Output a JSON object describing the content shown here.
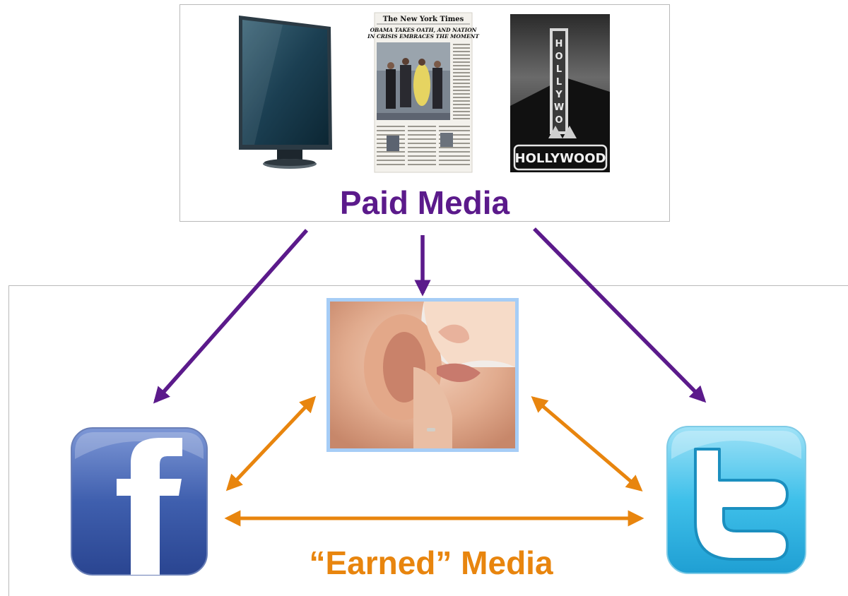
{
  "paid_media": {
    "label": "Paid Media",
    "items": [
      {
        "name": "television"
      },
      {
        "name": "newspaper",
        "masthead": "The New York Times",
        "headline_1": "OBAMA TAKES OATH, AND NATION",
        "headline_2": "IN CRISIS EMBRACES THE MOMENT"
      },
      {
        "name": "movie-theater",
        "sign_text": "HOLLYWOOD"
      }
    ]
  },
  "earned_media": {
    "label": "“Earned” Media",
    "nodes": [
      "facebook",
      "whisper",
      "twitter"
    ]
  },
  "colors": {
    "paid": "#5b1a8b",
    "earned": "#e8850e",
    "box_border": "#b9b9b9",
    "photo_border": "#a6cdf6"
  }
}
